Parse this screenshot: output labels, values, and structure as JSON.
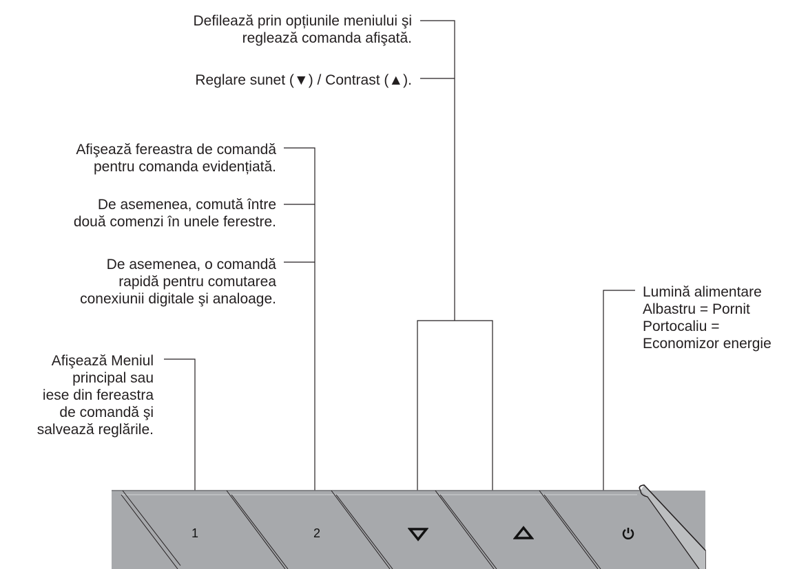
{
  "callouts": {
    "scroll": "Defilează prin opțiunile meniului şi\nreglează comanda afişată.",
    "sound": "Reglare sunet (▼) / Contrast (▲).",
    "show_window": "Afişează fereastra de comandă\npentru comanda evidențiată.",
    "toggle": "De asemenea, comută între\ndouă comenzi în unele ferestre.",
    "quick": "De asemenea, o comandă\nrapidă pentru comutarea\nconexiunii digitale şi analoage.",
    "main_menu": "Afişează Meniul\nprincipal sau\niese din fereastra\nde comandă şi\nsalvează reglările.",
    "power_light": "Lumină alimentare\nAlbastru = Pornit\nPortocaliu =\nEconomizor energie"
  },
  "buttons": {
    "b1": "1",
    "b2": "2",
    "down_icon": "down-triangle",
    "up_icon": "up-triangle",
    "power_icon": "power"
  },
  "colors": {
    "panel": "#a7a9ac",
    "line": "#231f20"
  }
}
